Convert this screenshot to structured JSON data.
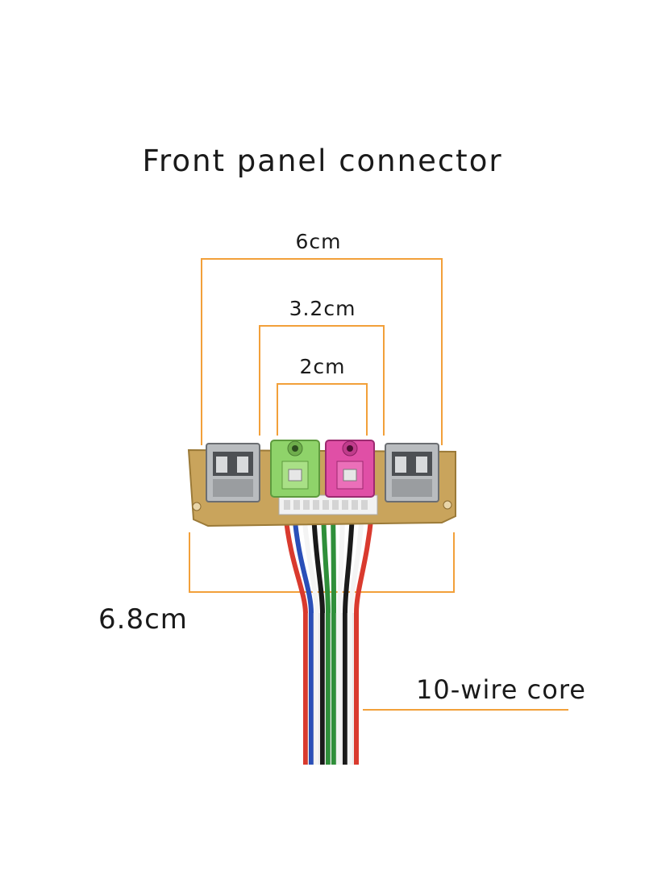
{
  "title": "Front panel connector",
  "dimensions": {
    "outer_usb": "6cm",
    "between_usb": "3.2cm",
    "audio_jacks": "2cm",
    "board_width": "6.8cm"
  },
  "wire_label": "10-wire core",
  "colors": {
    "annotation": "#f2a03a",
    "board": "#c8a25a",
    "green_jack": "#8fd36a",
    "pink_jack": "#e04fa6",
    "wires": [
      "#d93a2e",
      "#2a4fb8",
      "#ffffff",
      "#1a1a1a",
      "#2f8f3a",
      "#2f8f3a",
      "#ffffff",
      "#1a1a1a",
      "#ffffff",
      "#d93a2e"
    ]
  }
}
